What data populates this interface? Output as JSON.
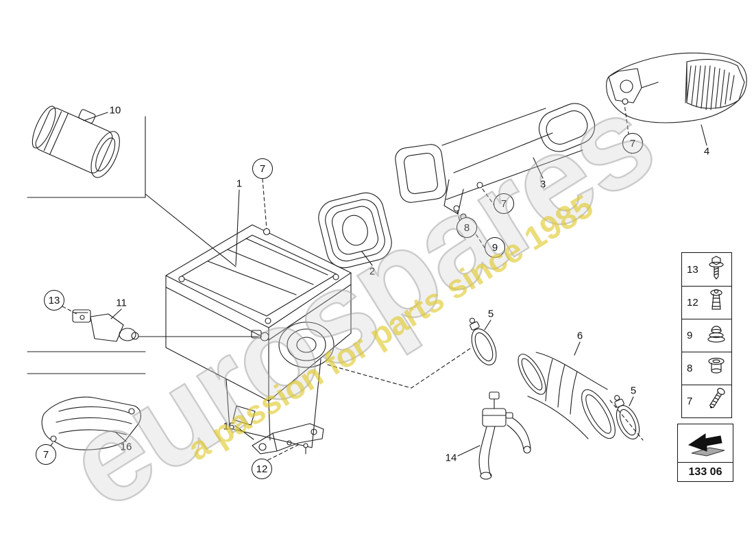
{
  "watermark": {
    "brand": "eurospares",
    "tagline": "a passion for parts since 1985"
  },
  "diagram": {
    "part_group_code": "133 06",
    "callouts": [
      "10",
      "1",
      "7",
      "2",
      "3",
      "4",
      "7",
      "7",
      "8",
      "9",
      "13",
      "11",
      "5",
      "6",
      "5",
      "7",
      "16",
      "15",
      "12",
      "14"
    ],
    "legend": [
      {
        "label": "13",
        "icon": "screw-icon"
      },
      {
        "label": "12",
        "icon": "rivet-icon"
      },
      {
        "label": "9",
        "icon": "washer-icon"
      },
      {
        "label": "8",
        "icon": "grommet-icon"
      },
      {
        "label": "7",
        "icon": "bolt-icon"
      }
    ]
  }
}
